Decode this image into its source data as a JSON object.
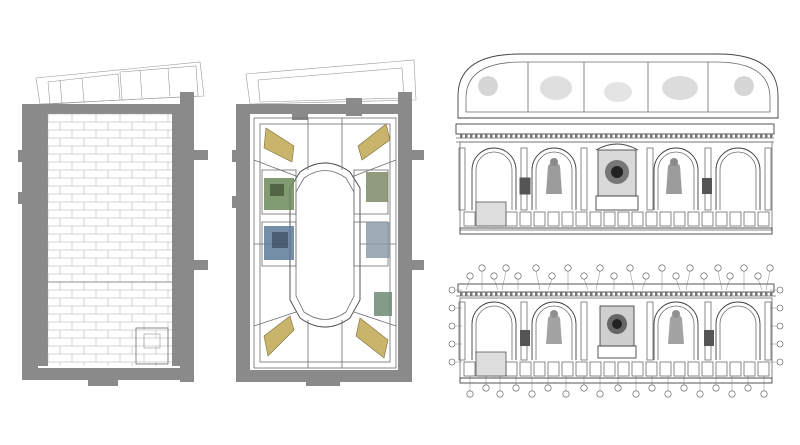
{
  "figure": {
    "panels": [
      {
        "name": "floor-plan",
        "description_visible": false
      },
      {
        "name": "ceiling-plan",
        "description_visible": false
      },
      {
        "name": "elevation-photogrammetric",
        "description_visible": false
      },
      {
        "name": "elevation-annotated",
        "description_visible": false
      }
    ],
    "colors": {
      "wall": "#8a8a8a",
      "line": "#6d6d6d",
      "fresco_gold": "#c8b46a",
      "fresco_green": "#6c8a5a",
      "fresco_blue": "#5d7a99"
    }
  }
}
